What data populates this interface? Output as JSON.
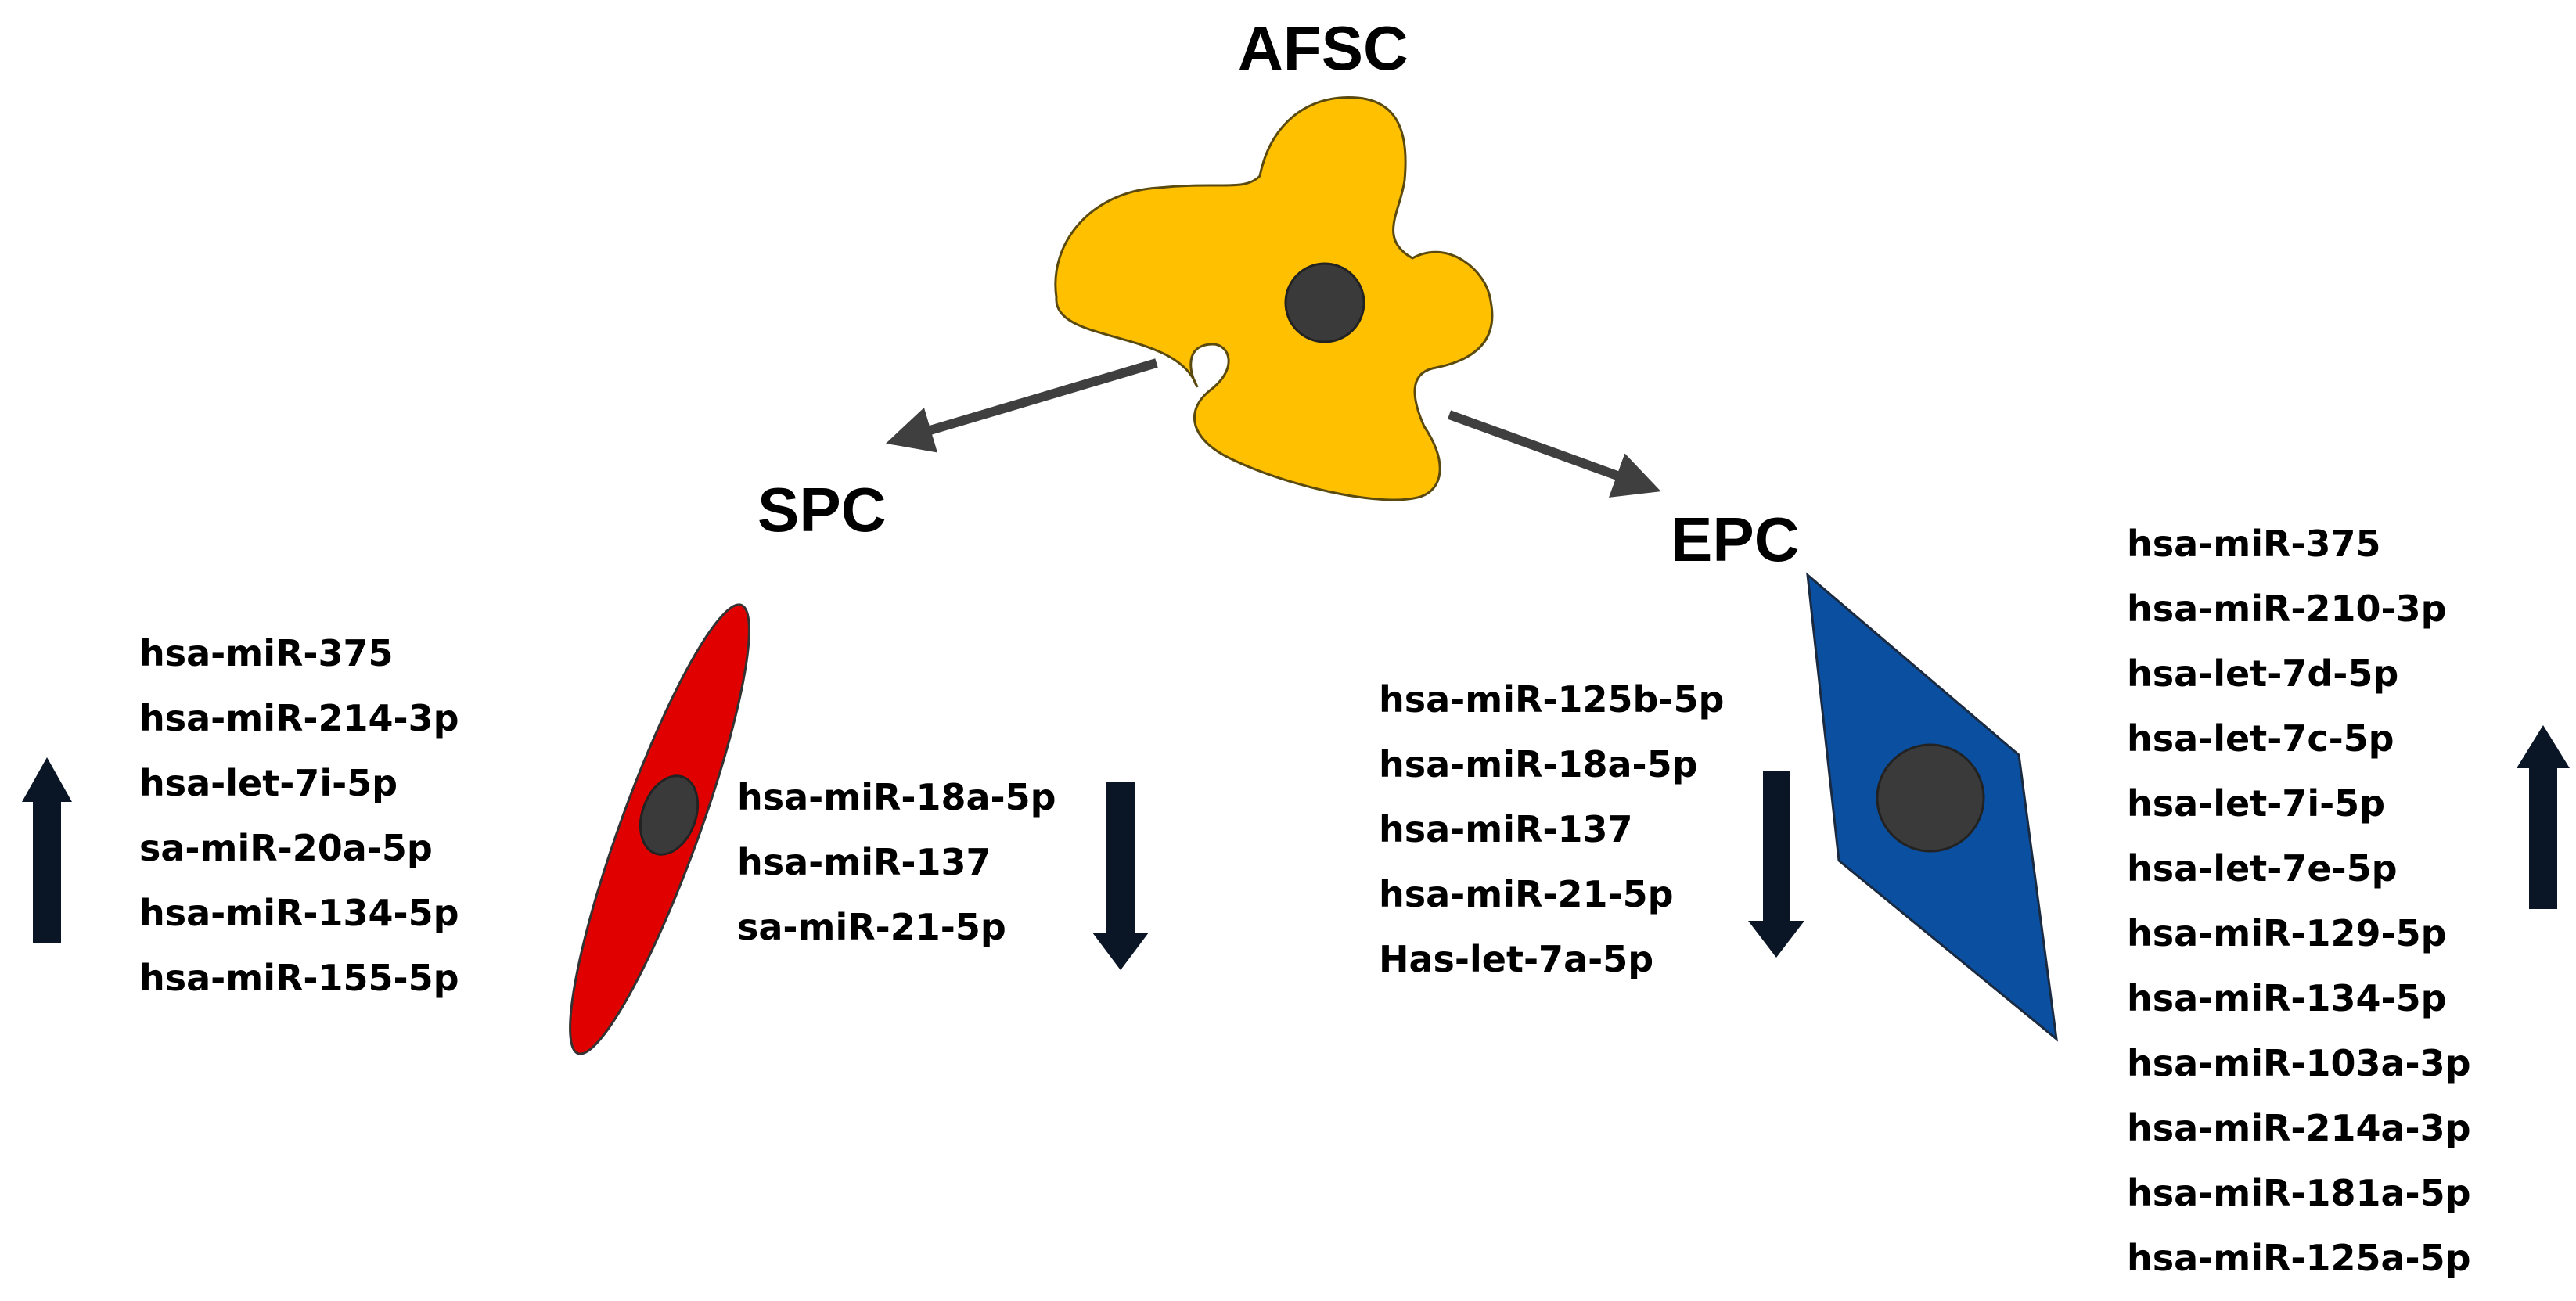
{
  "labels": {
    "afsc": "AFSC",
    "spc": "SPC",
    "epc": "EPC"
  },
  "spc_up": [
    "hsa-miR-375",
    "hsa-miR-214-3p",
    "hsa-let-7i-5p",
    "sa-miR-20a-5p",
    "hsa-miR-134-5p",
    "hsa-miR-155-5p"
  ],
  "spc_down": [
    "hsa-miR-18a-5p",
    "hsa-miR-137",
    "sa-miR-21-5p"
  ],
  "epc_down": [
    "hsa-miR-125b-5p",
    "hsa-miR-18a-5p",
    "hsa-miR-137",
    "hsa-miR-21-5p",
    "Has-let-7a-5p"
  ],
  "epc_up": [
    "hsa-miR-375",
    "hsa-miR-210-3p",
    "hsa-let-7d-5p",
    "hsa-let-7c-5p",
    "hsa-let-7i-5p",
    "hsa-let-7e-5p",
    "hsa-miR-129-5p",
    "hsa-miR-134-5p",
    "hsa-miR-103a-3p",
    "hsa-miR-214a-3p",
    "hsa-miR-181a-5p",
    "hsa-miR-125a-5p"
  ],
  "colors": {
    "afsc_cell": "#FFC000",
    "spc_cell": "#E00000",
    "epc_cell": "#0B4FA0",
    "nucleus": "#3A3A3A",
    "arrow": "#3F3F3F",
    "regulation_arrow": "#0A1626"
  }
}
